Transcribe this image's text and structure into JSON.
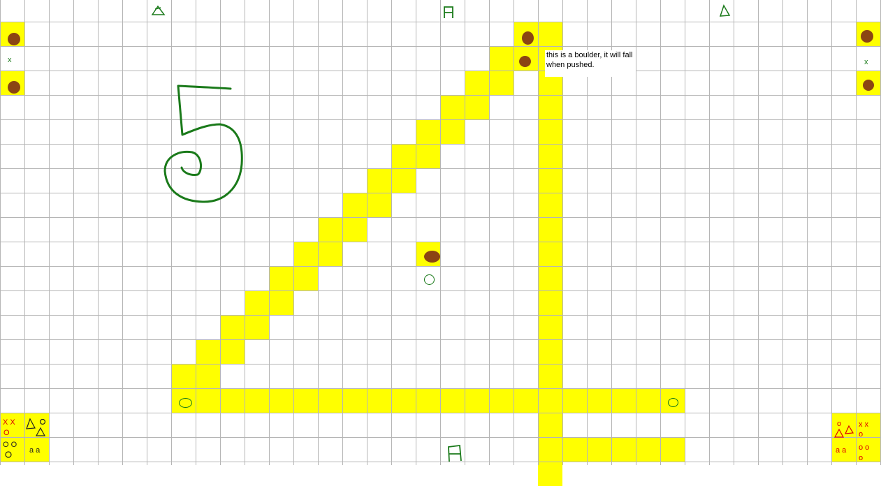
{
  "grid": {
    "cols": 36,
    "rows": 19,
    "line_color": "#b5b5b5",
    "tile_color": "#ffff00"
  },
  "colors": {
    "boulder": "#8b4513",
    "drawing_green": "#1a7a1a",
    "marker_red": "#dd0000"
  },
  "tooltip": {
    "text": "this is a boulder, it will fall when pushed."
  },
  "level_number": "5",
  "markers": {
    "left_edge_x": "x",
    "right_edge_x": "x",
    "bottom_left_tile_1": "X X",
    "bottom_left_tile_1b": "O",
    "bottom_left_tile_2": "O O",
    "bottom_left_tile_4": "a a",
    "bottom_right_tile_2": "x x",
    "bottom_right_tile_2b": "o",
    "bottom_right_tile_1a": "o",
    "bottom_right_tile_3": "a a",
    "bottom_right_tile_4": "o o",
    "bottom_right_tile_4b": "o"
  },
  "icons": {
    "top_left_triangle": "triangle-icon",
    "top_center_letter": "letter-a-icon",
    "top_right_triangle": "triangle-icon",
    "bottom_center_letter": "letter-a-icon"
  }
}
